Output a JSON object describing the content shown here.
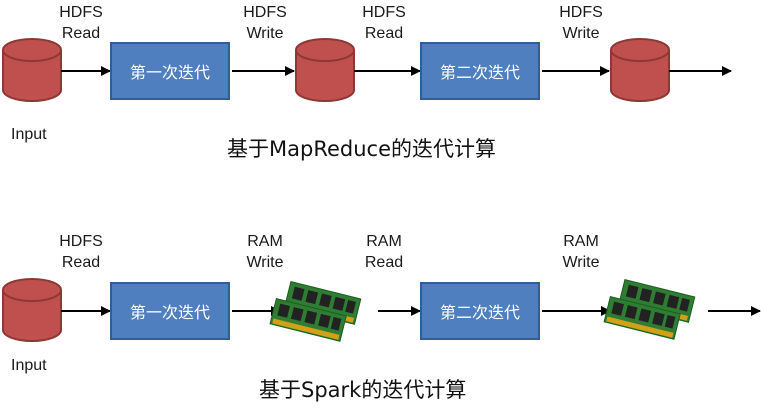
{
  "mapreduce": {
    "io_labels": [
      {
        "line1": "HDFS",
        "line2": "Read"
      },
      {
        "line1": "HDFS",
        "line2": "Write"
      },
      {
        "line1": "HDFS",
        "line2": "Read"
      },
      {
        "line1": "HDFS",
        "line2": "Write"
      }
    ],
    "steps": [
      "第一次迭代",
      "第二次迭代"
    ],
    "input_label": "Input",
    "caption": "基于MapReduce的迭代计算"
  },
  "spark": {
    "io_labels": [
      {
        "line1": "HDFS",
        "line2": "Read"
      },
      {
        "line1": "RAM",
        "line2": "Write"
      },
      {
        "line1": "RAM",
        "line2": "Read"
      },
      {
        "line1": "RAM",
        "line2": "Write"
      }
    ],
    "steps": [
      "第一次迭代",
      "第二次迭代"
    ],
    "input_label": "Input",
    "caption": "基于Spark的迭代计算"
  },
  "colors": {
    "disk_fill": "#c0504d",
    "disk_stroke": "#8c3836",
    "box_fill": "#4f7fbe",
    "box_stroke": "#2f5f97",
    "ram_pcb": "#2e7d32"
  }
}
